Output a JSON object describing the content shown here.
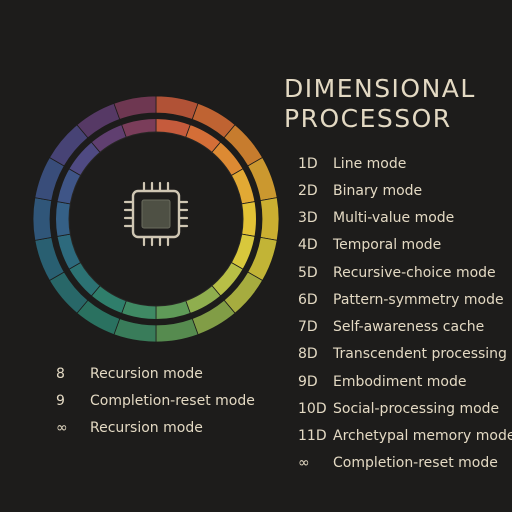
{
  "title": {
    "line1": "DIMENSIONAL",
    "line2": "PROCESSOR"
  },
  "wheel": {
    "segment_colors": [
      "#c55b3c",
      "#d46e37",
      "#dd8a33",
      "#e2a934",
      "#e2c236",
      "#d8c83c",
      "#b8bf46",
      "#8fae4e",
      "#5f9a58",
      "#3f8a64",
      "#2f7e6b",
      "#2c7273",
      "#2d6a7d",
      "#356086",
      "#3f5587",
      "#4f4a82",
      "#603f70",
      "#7a3d5a"
    ],
    "icon": "processor-chip-icon"
  },
  "modes": [
    {
      "dim": "1D",
      "label": "Line mode"
    },
    {
      "dim": "2D",
      "label": "Binary mode"
    },
    {
      "dim": "3D",
      "label": "Multi-value mode"
    },
    {
      "dim": "4D",
      "label": "Temporal mode"
    },
    {
      "dim": "5D",
      "label": "Recursive-choice mode"
    },
    {
      "dim": "6D",
      "label": "Pattern-symmetry mode"
    },
    {
      "dim": "7D",
      "label": "Self-awareness cache"
    },
    {
      "dim": "8D",
      "label": "Transcendent processing"
    },
    {
      "dim": "9D",
      "label": "Embodiment mode"
    },
    {
      "dim": "10D",
      "label": "Social-processing mode"
    },
    {
      "dim": "11D",
      "label": "Archetypal memory mode"
    },
    {
      "dim": "∞",
      "label": "Completion-reset mode"
    }
  ],
  "side_modes": [
    {
      "dim": "8",
      "label": "Recursion mode"
    },
    {
      "dim": "9",
      "label": "Completion-reset mode"
    },
    {
      "dim": "∞",
      "label": "Recursion mode"
    }
  ]
}
